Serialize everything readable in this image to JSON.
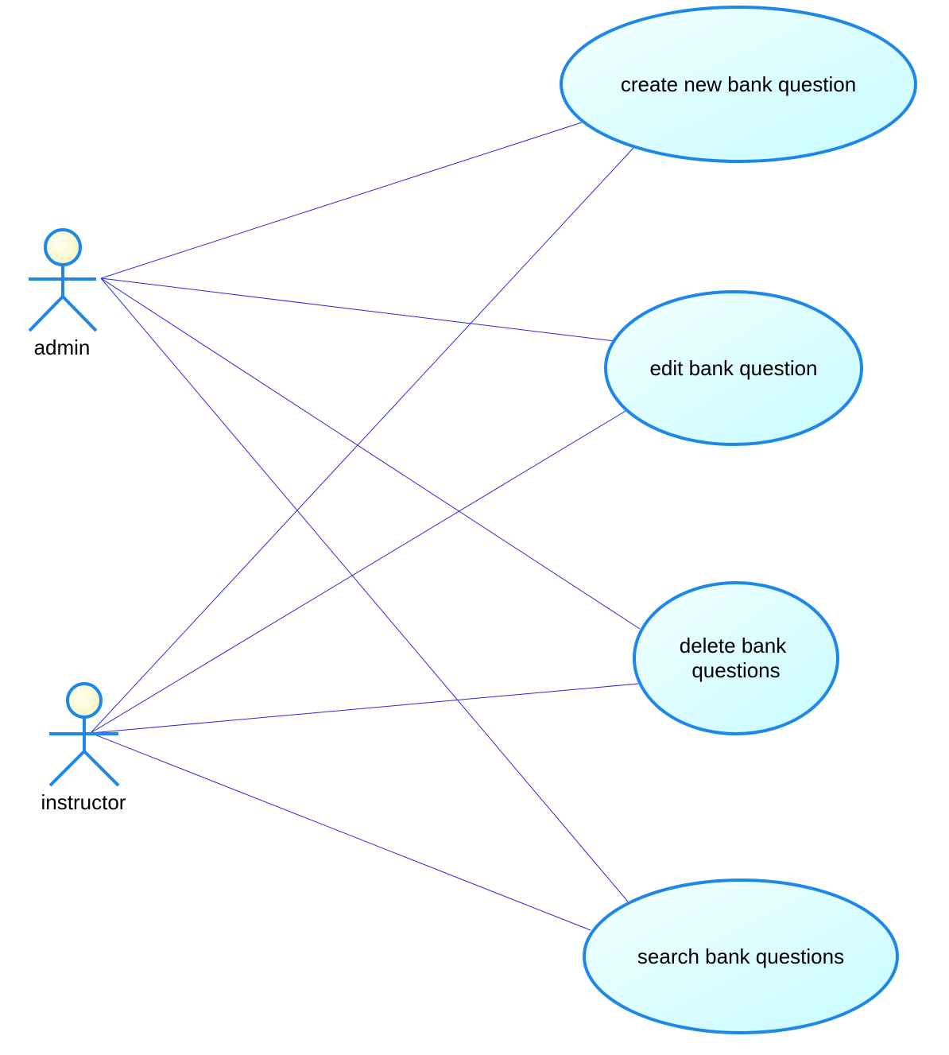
{
  "actors": [
    {
      "id": "admin",
      "label": "admin"
    },
    {
      "id": "instructor",
      "label": "instructor"
    }
  ],
  "use_cases": [
    {
      "id": "create",
      "lines": [
        "create new bank question"
      ]
    },
    {
      "id": "edit",
      "lines": [
        "edit bank question"
      ]
    },
    {
      "id": "delete",
      "lines": [
        "delete bank",
        "questions"
      ]
    },
    {
      "id": "search",
      "lines": [
        "search bank questions"
      ]
    }
  ],
  "associations": [
    {
      "from": "admin",
      "to": "create"
    },
    {
      "from": "admin",
      "to": "edit"
    },
    {
      "from": "admin",
      "to": "delete"
    },
    {
      "from": "admin",
      "to": "search"
    },
    {
      "from": "instructor",
      "to": "create"
    },
    {
      "from": "instructor",
      "to": "edit"
    },
    {
      "from": "instructor",
      "to": "delete"
    },
    {
      "from": "instructor",
      "to": "search"
    }
  ],
  "colors": {
    "outline": "#1e88e8",
    "association": "#2b2bd6",
    "usecase_fill_start": "#f4ffff",
    "usecase_fill_end": "#c6fbff",
    "head_fill": "#ffffd8"
  }
}
